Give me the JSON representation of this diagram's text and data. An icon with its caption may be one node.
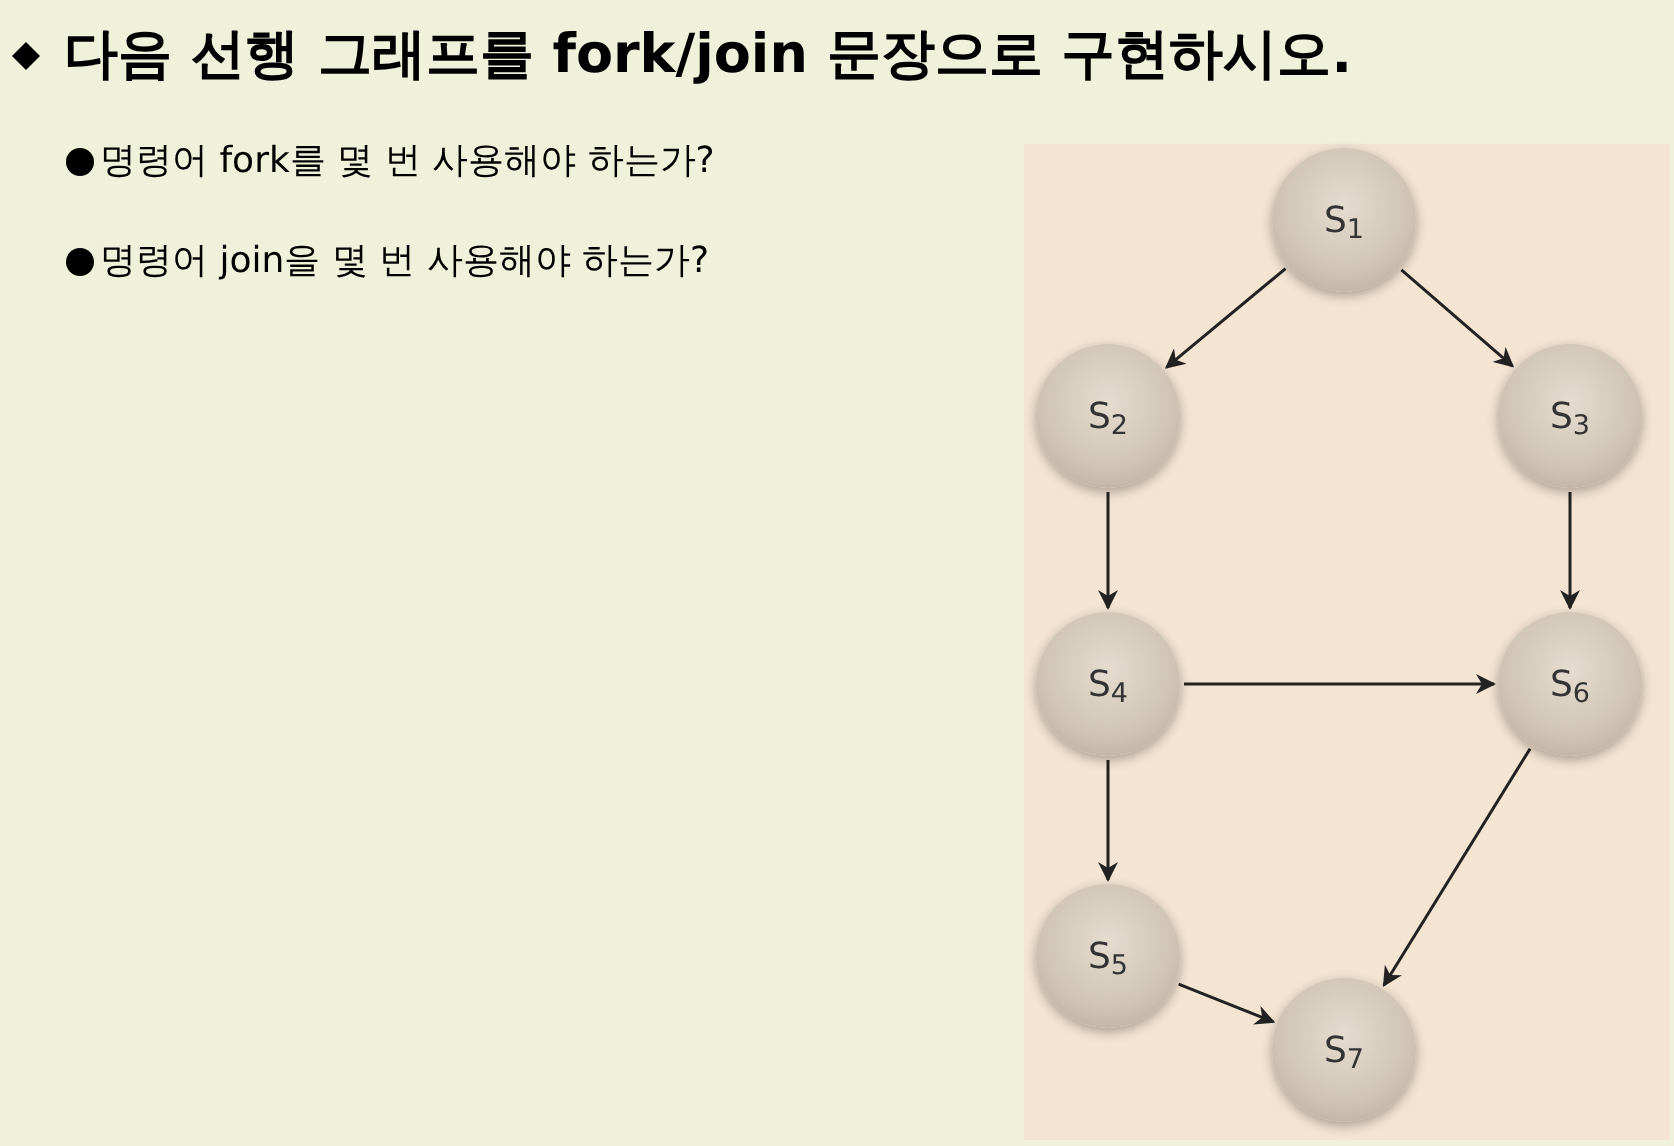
{
  "diagram": {
    "title": "다음 선행 그래프를 fork/join 문장으로 구현하시오.",
    "nodes": [
      {
        "text": [
          "S$_{1}$"
        ]
      },
      {
        "text": [
          "S$_{2}$"
        ]
      },
      {
        "text": [
          "S$_{3}$"
        ]
      },
      {
        "text": [
          "S$_{4}$"
        ]
      },
      {
        "text": [
          "S$_{6}$"
        ]
      },
      {
        "text": [
          "S$_{5}$"
        ]
      },
      {
        "text": [
          "S$_{7}$"
        ]
      }
    ],
    "edges": [
      {
        "from": 0,
        "to": 1,
        "arrow": "to"
      },
      {
        "from": 0,
        "to": 2,
        "arrow": "to"
      },
      {
        "from": 1,
        "to": 3,
        "arrow": "to"
      },
      {
        "from": 2,
        "to": 4,
        "arrow": "to"
      },
      {
        "from": 3,
        "to": 4,
        "arrow": "to"
      },
      {
        "from": 3,
        "to": 5,
        "arrow": "to"
      },
      {
        "from": 5,
        "to": 6,
        "arrow": "to"
      },
      {
        "from": 4,
        "to": 6,
        "arrow": "to"
      }
    ],
    "labels": [
      "명령어 fork를 몇 번 사용해야 하는가?",
      "명령어 join을 몇 번 사용해야 하는가?"
    ]
  }
}
